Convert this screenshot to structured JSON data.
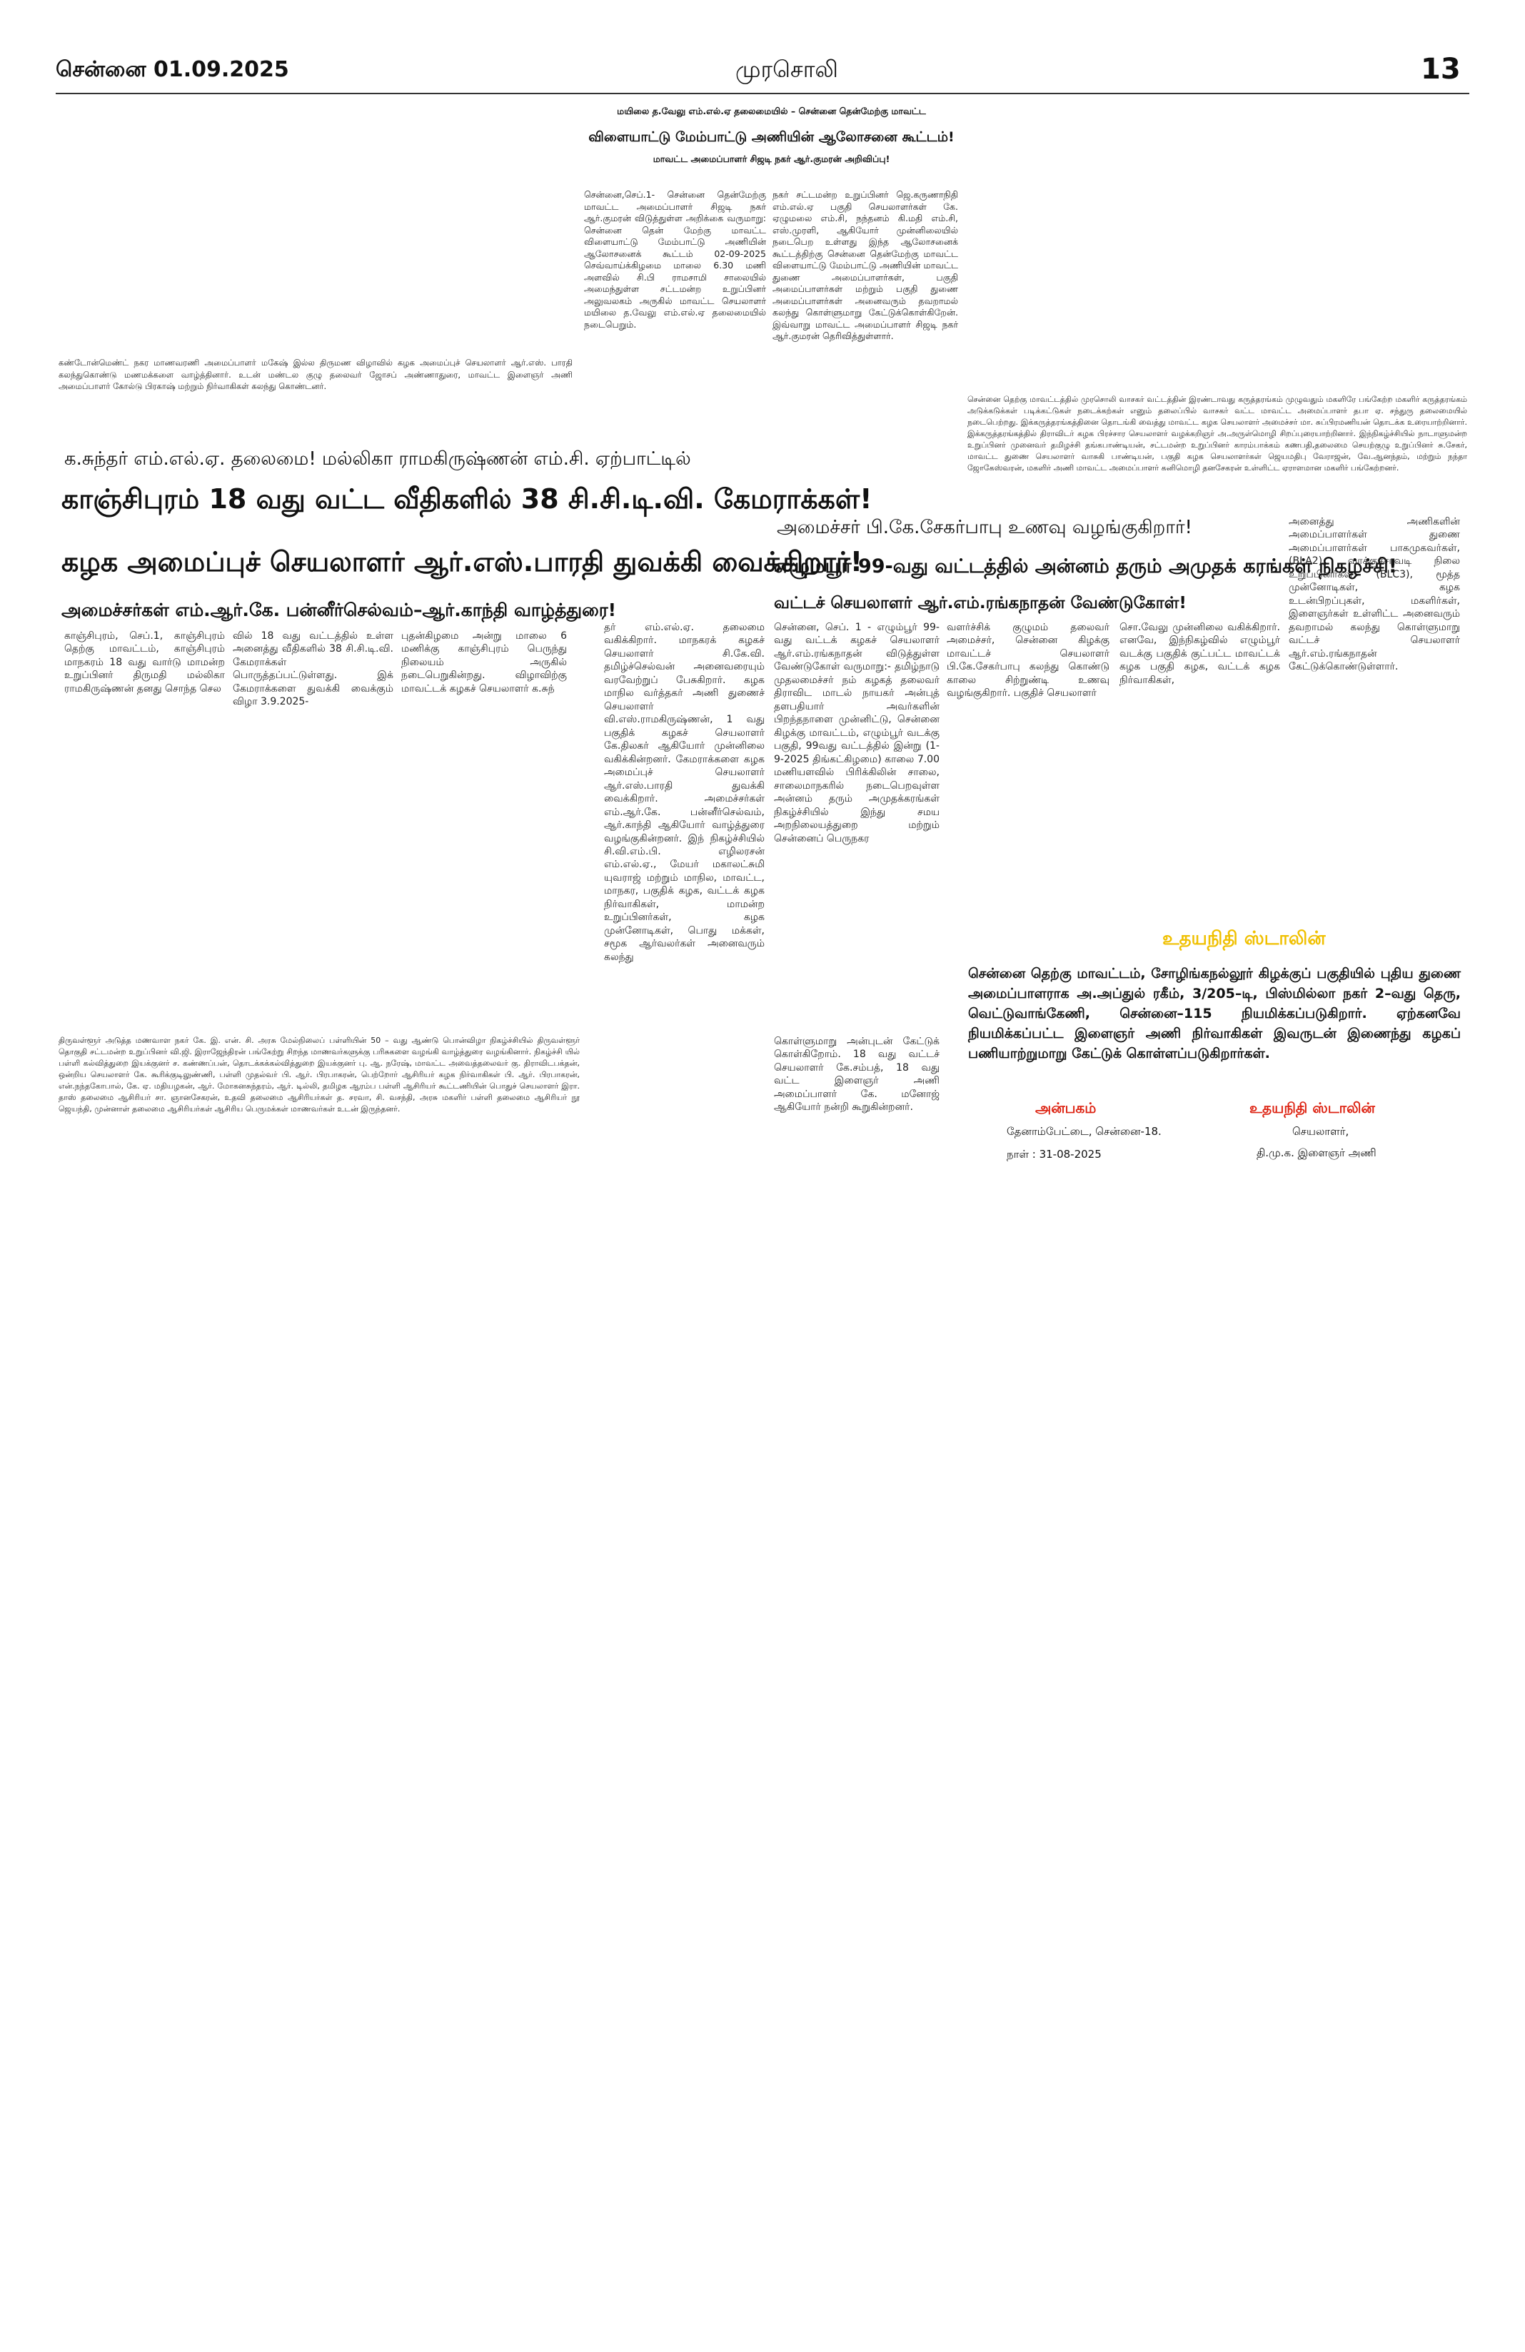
{
  "masthead": {
    "date": "சென்னை 01.09.2025",
    "paper": "முரசொலி",
    "page": "13"
  },
  "sports": {
    "kicker": "மயிலை த.வேலு எம்.எல்.ஏ தலைமையில் – சென்னை தென்மேற்கு மாவட்ட",
    "headline": "விளையாட்டு மேம்பாட்டு அணியின் ஆலோசனை கூட்டம்!",
    "subhead": "மாவட்ட அமைப்பாளர் சிஜடி நகர் ஆர்.குமரன் அறிவிப்பு!",
    "col1": "சென்னை,செப்.1- சென்னை தென்மேற்கு மாவட்ட அமைப்பாளர் சிஜடி நகர் ஆர்.குமரன் விடுத்துள்ள அறிக்கை வருமாறு: சென்னை தென் மேற்கு மாவட்ட விளையாட்டு மேம்பாட்டு அணியின் ஆலோசனைக் கூட்டம் 02-09-2025 செவ்வாய்க்கிழமை மாலை 6.30 மணி அளவில் சி.பி ராமசாமி சாலையில் அமைந்துள்ள சட்டமன்ற உறுப்பினர் அலுவலகம் அருகில் மாவட்ட செயலாளர் மயிலை த.வேலு எம்.எல்.ஏ தலைமையில் நடைபெறும்.",
    "col2": "நகர் சட்டமன்ற உறுப்பினர் ஜெ.கருணாநிதி எம்.எல்.ஏ பகுதி செயலாளர்கள் கே. ஏழுமலை எம்.சி, நந்தனம் கி.மதி எம்.சி, எஸ்.முரளி, ஆகியோர் முன்னிலையில் நடைபெற உள்ளது இந்த ஆலோசனைக் கூட்டத்திற்கு சென்னை தென்மேற்கு மாவட்ட விளையாட்டு மேம்பாட்டு அணியின் மாவட்ட துணை அமைப்பாளர்கள், பகுதி அமைப்பாளர்கள் மற்றும் பகுதி துணை அமைப்பாளர்கள் அனைவரும் தவறாமல் கலந்து கொள்ளுமாறு கேட்டுக்கொள்கிறேன். இவ்வாறு மாவட்ட அமைப்பாளர் சிஜடி நகர் ஆர்.குமரன் தெரிவித்துள்ளார்."
  },
  "caption_wedding": "கண்டோன்மெண்ட் நகர மாணவரணி அமைப்பாளர் மகேஷ் இல்ல திருமண விழாவில் கழக அமைப்புச் செயலாளர் ஆர்.எஸ். பாரதி கலந்துகொண்டு மணமக்களை வாழ்த்தினார். உடன் மண்டல குழு தலைவர் ஜோசப் அண்ணாதுரை, மாவட்ட இளைஞர் அணி அமைப்பாளர் கோல்டு பிரகாஷ் மற்றும் நிர்வாகிகள் கலந்து கொண்டனர்.",
  "caption_anbagam": "சென்னை தெற்கு மாவட்டத்தில் முரசொலி வாசகர் வட்டத்தின் இரண்டாவது கருத்தரங்கம் முழுவதும் மகளிரே பங்கேற்ற மகளிர் கருத்தரங்கம் அடுக்கடுக்கள் படிக்கட்டுகள் நடைக்கற்கள் எனும் தலைப்பில் வாசகர் வட்ட மாவட்ட அமைப்பாளர் தபா ஏ. சந்துரு தலைமையில் நடைபெற்றது. இக்கருத்தரங்கத்தினை தொடங்கி வைத்து மாவட்ட கழக செயலாளர் அமைச்சர் மா. சுப்பிரமணியன் தொடக்க உரையாற்றினார். இக்கருத்தரங்கத்தில் திராவிடர் கழக பிரச்சார செயலாளர் வழக்கறிஞர் அ.அருள்மொழி சிறப்புரையாற்றினார். இந்நிகழ்ச்சியில் நாடாளுமன்ற உறுப்பினர் முனைவர் தமிழச்சி தங்கபாண்டியன், சட்டமன்ற உறுப்பினர் காரம்பாக்கம் கணபதி,தலைமை செயற்குழு உறுப்பினர் சு.சேகர், மாவட்ட துணை செயலாளர் வாசுகி பாண்டியன், பகுதி கழக செயலாளர்கள் ஜெயமதிபு வேராஜன், வே.ஆனந்தம், மற்றும் நந்தா ஜோகேஸ்வரன், மகளிர் அணி மாவட்ட அமைப்பாளர் கனிமொழி தனசேகரன் உள்ளிட்ட ஏராளமான மகளிர் பங்கேற்றனர்.",
  "cctv": {
    "kicker": "க.சுந்தர் எம்.எல்.ஏ. தலைமை! மல்லிகா ராமகிருஷ்ணன் எம்.சி. ஏற்பாட்டில்",
    "headline1": "காஞ்சிபுரம் 18 வது வட்ட வீதிகளில் 38 சி.சி.டி.வி. கேமராக்கள்!",
    "headline2": "கழக அமைப்புச் செயலாளர் ஆர்.எஸ்.பாரதி துவக்கி வைக்கிறார்!",
    "subhead": "அமைச்சர்கள் எம்.ஆர்.கே. பன்னீர்செல்வம்–ஆர்.காந்தி வாழ்த்துரை!",
    "col1": "காஞ்சிபுரம், செப்.1, காஞ்சிபுரம் தெற்கு மாவட்டம், காஞ்சிபுரம் மாநகரம் 18 வது வார்டு மாமன்ற உறுப்பினர் திருமதி மல்லிகா ராமகிருஷ்ணன் தனது சொந்த செல",
    "col2": "வில் 18 வது வட்டத்தில் உள்ள அனைத்து வீதிகளில் 38 சி.சி.டி.வி. கேமராக்கள் பொருத்தப்பட்டுள்ளது. இக் கேமராக்களை துவக்கி வைக்கும் விழா 3.9.2025-",
    "col3": "புதன்கிழமை அன்று மாலை 6 மணிக்கு காஞ்சிபுரம் பெருந்து நிலையம் அருகில் நடைபெறுகின்றது. விழாவிற்கு மாவட்டக் கழகச் செயலாளர் க.சுந்",
    "col4": "தர் எம்.எல்.ஏ. தலைமை வகிக்கிறார். மாநகரக் கழகச் செயலாளர் சி.கே.வி. தமிழ்ச்செல்வன் அனைவரையும் வரவேற்றுப் பேசுகிறார். கழக மாநில வர்த்தகர் அணி துணைச் செயலாளர் வி.எஸ்.ராமகிருஷ்ணன், 1 வது பகுதிக் கழகச் செயலாளர் கே.திலகர் ஆகியோர் முன்னிலை வகிக்கின்றனர். கேமராக்களை கழக அமைப்புச் செயலாளர் ஆர்.எஸ்.பாரதி துவக்கி வைக்கிறார். அமைச்சர்கள் எம்.ஆர்.கே. பன்னீர்செல்வம், ஆர்.காந்தி ஆகியோர் வாழ்த்துரை வழங்குகின்றனர். இந் நிகழ்ச்சியில் சி.வி.எம்.பி. எழிலரசன் எம்.எல்.ஏ., மேயர் மகாலட்சுமி யுவராஜ் மற்றும் மாநில, மாவட்ட, மாநகர, பகுதிக் கழக, வட்டக் கழக நிர்வாகிகள், மாமன்ற உறுப்பினர்கள், கழக முன்னோடிகள், பொது மக்கள், சமூக ஆர்வலர்கள் அனைவரும் கலந்து"
  },
  "caption_school": "திருவள்ளூர் அடுத்த மணவாள நகர் கே. இ. என். சி. அரசு மேல்நிலைப் பள்ளியின் 50 – வது ஆண்டு பொன்விழா நிகழ்ச்சியில் திருவள்ளூர் தொகுதி சட்டமன்ற உறுப்பினர் வி.ஜி. இராஜேந்திரன் பங்கேற்று சிறந்த மாணவர்களுக்கு பரிசுகளை வழங்கி வாழ்த்துரை வழங்கினார். நிகழ்ச்சி யில் பள்ளி கல்வித்துறை இயக்குனர் ச. கண்ணப்பன், தொடக்கக்கல்வித்துறை இயக்குனர் பு. ஆ. நரேஷ், மாவட்ட அவைத்தலைவர் கு. திராவிடபக்தன், ஒன்றிய செயலாளர் கே. கூரிக்குடிலுண்ணி, பள்ளி முதல்வர் பி. ஆர். பிரபாகரன், பெற்றோர் ஆசிரியர் கழக நிர்வாகிகள் பி. ஆர். பிரபாகரன், என்.நந்தகோபால், கே. ஏ. மதியழகன், ஆர். மோகனசுந்தரம், ஆர். டில்லி, தமிழக ஆரம்ப பள்ளி ஆசிரியர் கூட்டணியின் பொதுச் செயலாளர் இரா. தாஸ் தலைமை ஆசிரியர் சா. ஞானசேகரன், உதவி தலைமை ஆசிரியர்கள் த. சரவா, சி. வசந்தி, அரசு மகளிர் பள்ளி தலைமை ஆசிரியர் நூ ஜெயந்தி, முன்னாள் தலைமை ஆசிரியர்கள் ஆசிரிய பெருமக்கள் மாணவர்கள் உடன் இருந்தனர்.",
  "annam": {
    "kicker": "அமைச்சர் பி.கே.சேகர்பாபு உணவு வழங்குகிறார்!",
    "headline": "எழும்பூர் 99-வது வட்டத்தில் அன்னம் தரும் அமுதக் கரங்கள் நிகழ்ச்சி!",
    "subhead": "வட்டச் செயலாளர் ஆர்.எம்.ரங்கநாதன் வேண்டுகோள்!",
    "col1": "சென்னை, செப். 1 - எழும்பூர் 99-வது வட்டக் கழகச் செயலாளர் ஆர்.எம்.ரங்கநாதன் விடுத்துள்ள வேண்டுகோள் வருமாறு:- தமிழ்நாடு முதலமைச்சர் நம் கழகத் தலைவர் திராவிட மாடல் நாயகர் அன்புத் தளபதியார் அவர்களின் பிறந்தநாளை முன்னிட்டு, சென்னை கிழக்கு மாவட்டம், எழும்பூர் வடக்கு பகுதி, 99வது வட்டத்தில் இன்று (1-9-2025 திங்கட்கிழமை) காலை 7.00 மணியளவில் பிரிக்கிலின் சாலை, சாலைமாநகரில் நடைபெறவுள்ள அன்னம் தரும் அமுதக்கரங்கள் நிகழ்ச்சியில் இந்து சமய அறநிலையத்துறை மற்றும் சென்னைப் பெருநகர",
    "col2": "வளர்ச்சிக் குழுமம் தலைவர் அமைச்சர், சென்னை கிழக்கு மாவட்டச் செயலாளர் பி.கே.சேகர்பாபு கலந்து கொண்டு காலை சிற்றுண்டி உணவு வழங்குகிறார். பகுதிச் செயலாளர்",
    "col3": "சொ.வேலு முன்னிலை வகிக்கிறார். எனவே, இந்நிகழ்வில் எழும்பூர் வடக்கு பகுதிக் குட்பட்ட மாவட்டக் கழக பகுதி கழக, வட்டக் கழக நிர்வாகிகள்,",
    "col4": "அனைத்து அணிகளின் அமைப்பாளர்கள் துணை அமைப்பாளர்கள் பாகமுகவர்கள், (BLA2), வாக்குச்சாவடி நிலை உறுப்பினர்கள் (BLC3), மூத்த முன்னோடிகள், கழக உடன்பிறப்புகள், மகளிர்கள், இளைஞர்கள் உள்ளிட்ட அனைவரும் தவறாமல் கலந்து கொள்ளுமாறு வட்டச் செயலாளர் ஆர்.எம்.ரங்கநாதன் கேட்டுக்கொண்டுள்ளார்.",
    "col5": "கொள்ளுமாறு அன்புடன் கேட்டுக் கொள்கிறோம். 18 வது வட்டச் செயலாளர் கே.சம்பத், 18 வது வட்ட இளைஞர் அணி அமைப்பாளர் கே. மனோஜ் ஆகியோர் நன்றி கூறுகின்றனர்."
  },
  "notice": {
    "signature_top": "உதயநிதி ஸ்டாலின்",
    "body": "சென்னை தெற்கு மாவட்டம், சோழிங்கநல்லூர் கிழக்குப் பகுதியில் புதிய துணை அமைப்பாளராக அ.அப்துல் ரகீம், 3/205–டி, பிஸ்மில்லா நகர் 2–வது தெரு, வெட்டுவாங்கேணி, சென்னை–115 நியமிக்கப்படுகிறார். ஏற்கனவே நியமிக்கப்பட்ட இளைஞர் அணி நிர்வாகிகள் இவருடன் இணைந்து கழகப் பணியாற்றுமாறு கேட்டுக் கொள்ளப்படுகிறார்கள்.",
    "anbagam": "அன்பகம்",
    "place": "தேனாம்பேட்டை, சென்னை-18.",
    "date": "நாள் : 31-08-2025",
    "sign_name": "உதயநிதி ஸ்டாலின்",
    "sign_role1": "செயலாளர்,",
    "sign_role2": "தி.மு.க. இளைஞர் அணி"
  }
}
